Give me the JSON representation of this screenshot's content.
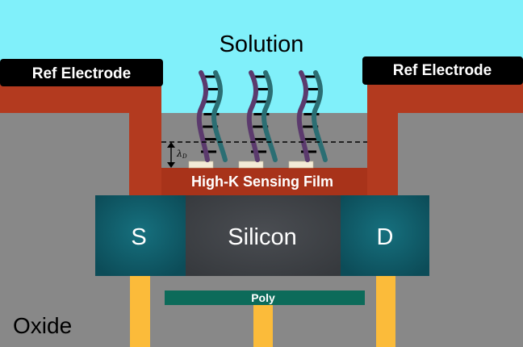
{
  "labels": {
    "solution": "Solution",
    "ref_electrode_left": "Ref Electrode",
    "ref_electrode_right": "Ref Electrode",
    "debye_length": "λ",
    "debye_length_subscript": "D",
    "sensing_film": "High-K Sensing Film",
    "source": "S",
    "drain": "D",
    "channel": "Silicon",
    "gate": "Poly",
    "oxide": "Oxide"
  },
  "colors": {
    "solution": "#80f0fa",
    "oxide": "#888888",
    "film": "#b33a1f",
    "film_dark": "#8e2a13",
    "source_drain": "#0f5866",
    "silicon": "#3f4247",
    "poly": "#0c6b5a",
    "contact": "#fbbb3a",
    "electrode": "#000000",
    "dna_purple": "#5b3a6d",
    "dna_teal": "#2b6e73",
    "probe_pad": "#f3ead6"
  }
}
